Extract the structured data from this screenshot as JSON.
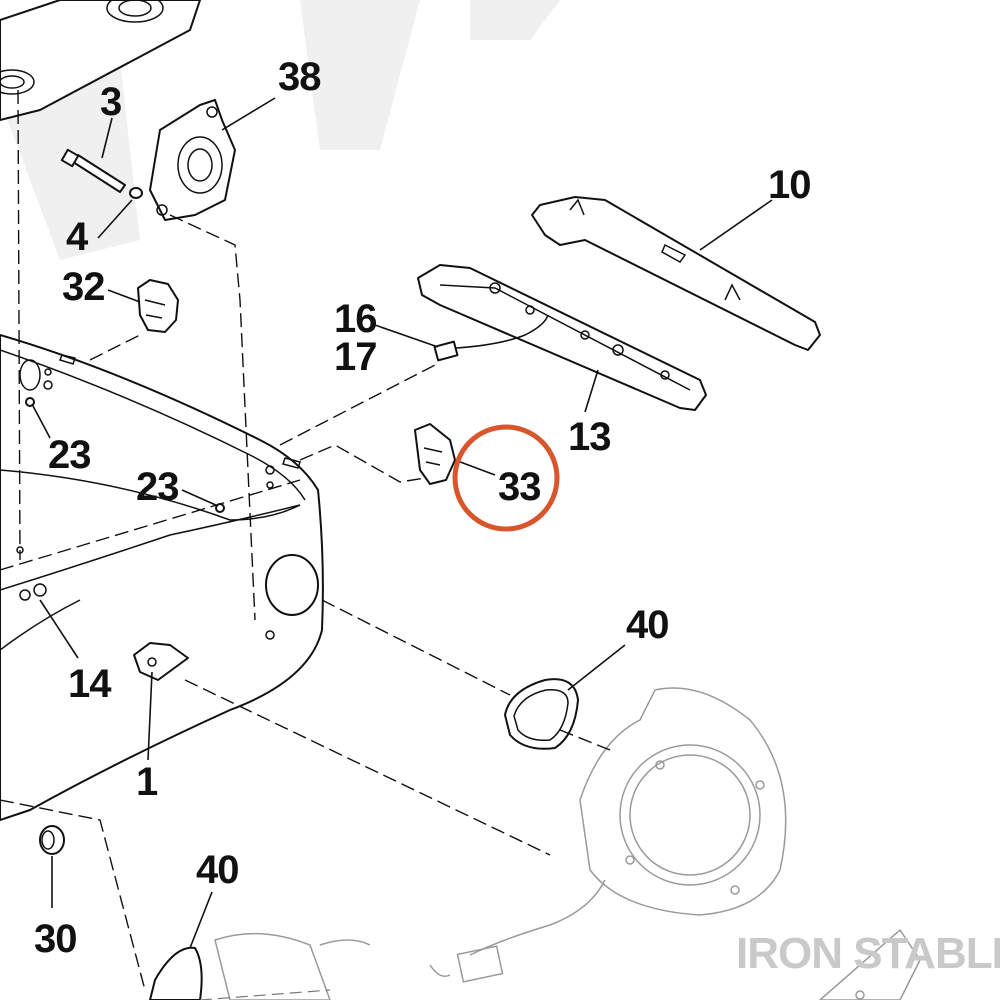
{
  "diagram": {
    "callouts": {
      "c3": "3",
      "c38": "38",
      "c4": "4",
      "c32": "32",
      "c10": "10",
      "c16": "16",
      "c17": "17",
      "c13": "13",
      "c23a": "23",
      "c23b": "23",
      "c33": "33",
      "c14": "14",
      "c40a": "40",
      "c1": "1",
      "c30": "30",
      "c40b": "40"
    },
    "highlight": {
      "target": "33",
      "color": "#D9552B"
    },
    "watermark": "IRON STABLE",
    "colors": {
      "line": "#111111",
      "watermark": "#c9c9c9",
      "faded_watermark": "#efefef"
    }
  }
}
